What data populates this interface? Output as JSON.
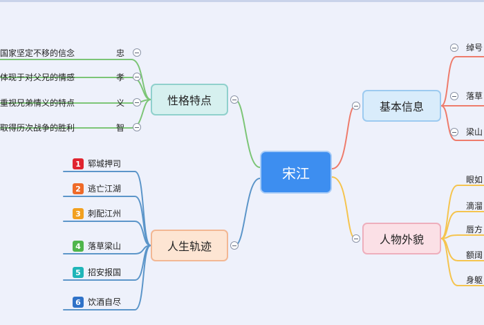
{
  "center": {
    "label": "宋江"
  },
  "personality": {
    "label": "性格特点",
    "items": [
      {
        "text": "国家坚定不移的信念",
        "tag": "忠"
      },
      {
        "text": "体现于对父兄的情感",
        "tag": "孝"
      },
      {
        "text": "重视兄弟情义的特点",
        "tag": "义"
      },
      {
        "text": "取得历次战争的胜利",
        "tag": "智"
      }
    ]
  },
  "life": {
    "label": "人生轨迹",
    "items": [
      {
        "num": "1",
        "text": "郓城押司"
      },
      {
        "num": "2",
        "text": "逃亡江湖"
      },
      {
        "num": "3",
        "text": "刺配江州"
      },
      {
        "num": "4",
        "text": "落草梁山"
      },
      {
        "num": "5",
        "text": "招安报国"
      },
      {
        "num": "6",
        "text": "饮酒自尽"
      }
    ]
  },
  "basic": {
    "label": "基本信息",
    "items": [
      {
        "text": "绰号"
      },
      {
        "text": "落草"
      },
      {
        "text": "梁山"
      }
    ]
  },
  "appearance": {
    "label": "人物外貌",
    "items": [
      {
        "text": "眼如"
      },
      {
        "text": "滴溜"
      },
      {
        "text": "唇方"
      },
      {
        "text": "额阔"
      },
      {
        "text": "身躯"
      }
    ]
  },
  "colors": {
    "green": "#7cc576",
    "blue": "#5b95c9",
    "red": "#ee7b6b",
    "yellow": "#f5c44e",
    "numbers": [
      "#e0242f",
      "#ef6a28",
      "#f2a01f",
      "#4fb54b",
      "#1fb5b8",
      "#2f72c8"
    ]
  }
}
